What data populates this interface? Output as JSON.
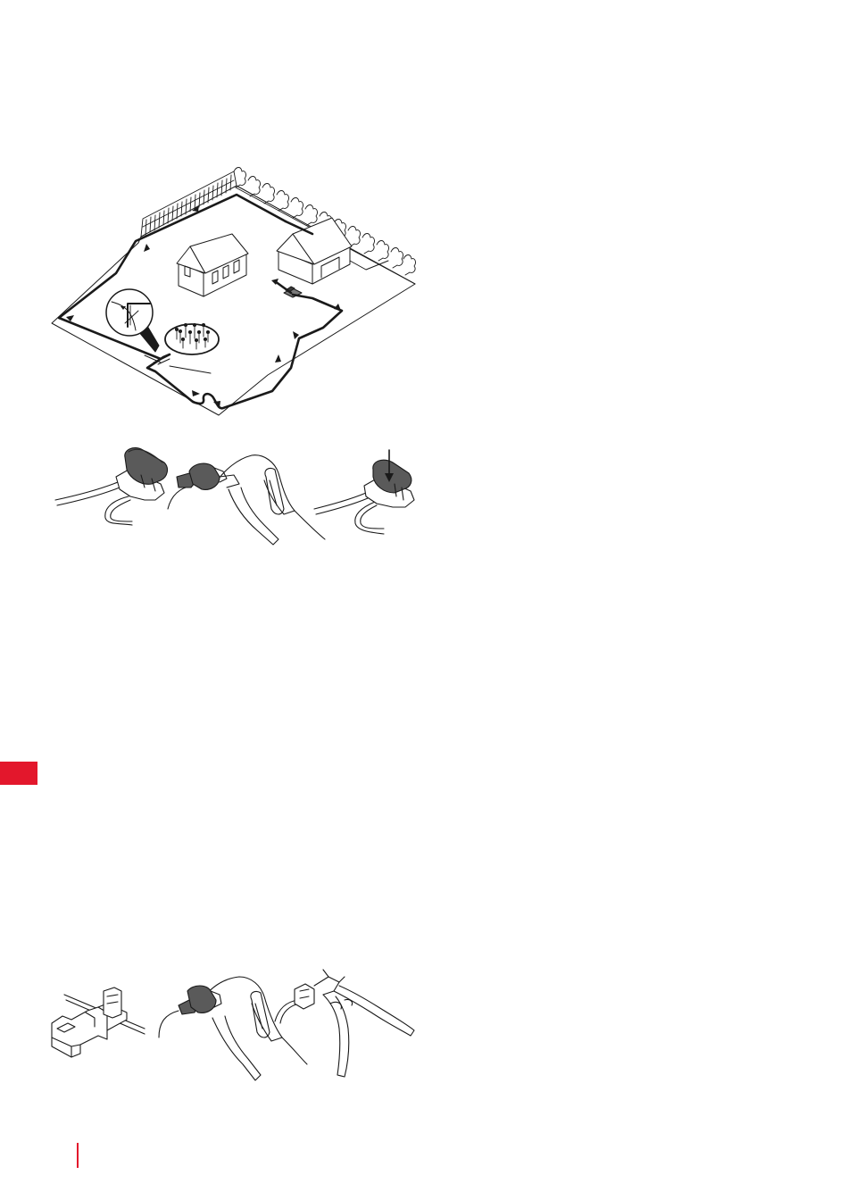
{
  "colors": {
    "accent": "#e3172c",
    "line": "#1a1a1a",
    "connector_fill": "#5a5a5a",
    "paper": "#ffffff"
  },
  "illustrations": {
    "garden_diagram": {
      "icon": "boundary-wire-layout-icon",
      "elements": [
        "lawn",
        "fence",
        "hedge",
        "house",
        "garage",
        "charging-station",
        "flower-bed",
        "boundary-wire",
        "direction-arrow",
        "magnifier-inset"
      ]
    },
    "connector_steps": {
      "icon": "wire-connector-steps-icon",
      "steps": [
        "insert-wires-icon",
        "crimp-with-pliers-icon",
        "press-connector-icon"
      ]
    },
    "splice_steps": {
      "icon": "wire-splice-steps-icon",
      "steps": [
        "splice-connector-icon",
        "press-splice-with-pliers-icon",
        "cut-wire-icon"
      ]
    }
  }
}
